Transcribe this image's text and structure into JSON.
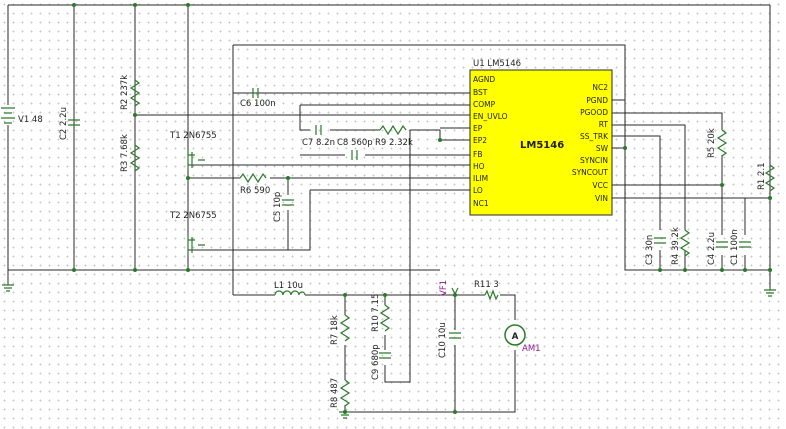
{
  "schematic": {
    "ic": {
      "ref": "U1 LM5146",
      "part": "LM5146",
      "left_pins": [
        "AGND",
        "BST",
        "COMP",
        "EN_UVLO",
        "EP",
        "EP2",
        "FB",
        "HO",
        "ILIM",
        "LO",
        "NC1"
      ],
      "right_pins": [
        "NC2",
        "PGND",
        "PGOOD",
        "RT",
        "SS_TRK",
        "SW",
        "SYNCIN",
        "SYNCOUT",
        "VCC",
        "VIN"
      ]
    },
    "components": {
      "v1": "V1 48",
      "c2": "C2 2.2u",
      "r2": "R2 237k",
      "r3": "R3 7.68k",
      "t1": "T1 2N6755",
      "t2": "T2 2N6755",
      "c6": "C6 100n",
      "c7": "C7 8.2n",
      "c8": "C8 560p",
      "r9": "R9 2.32k",
      "r6": "R6 590",
      "c5": "C5 10p",
      "r5": "R5 20k",
      "r1": "R1 2.1",
      "c3": "C3 30n",
      "r4": "R4 39.2k",
      "c4": "C4 2.2u",
      "c1": "C1 100n",
      "l1": "L1 10u",
      "r10": "R10 7.15",
      "r7": "R7 18k",
      "c9": "C9 680p",
      "r8": "R8 487",
      "c10": "C10 10u",
      "r11": "R11 3",
      "vf1": "VF1",
      "am1": "AM1",
      "am_symbol": "A"
    }
  }
}
